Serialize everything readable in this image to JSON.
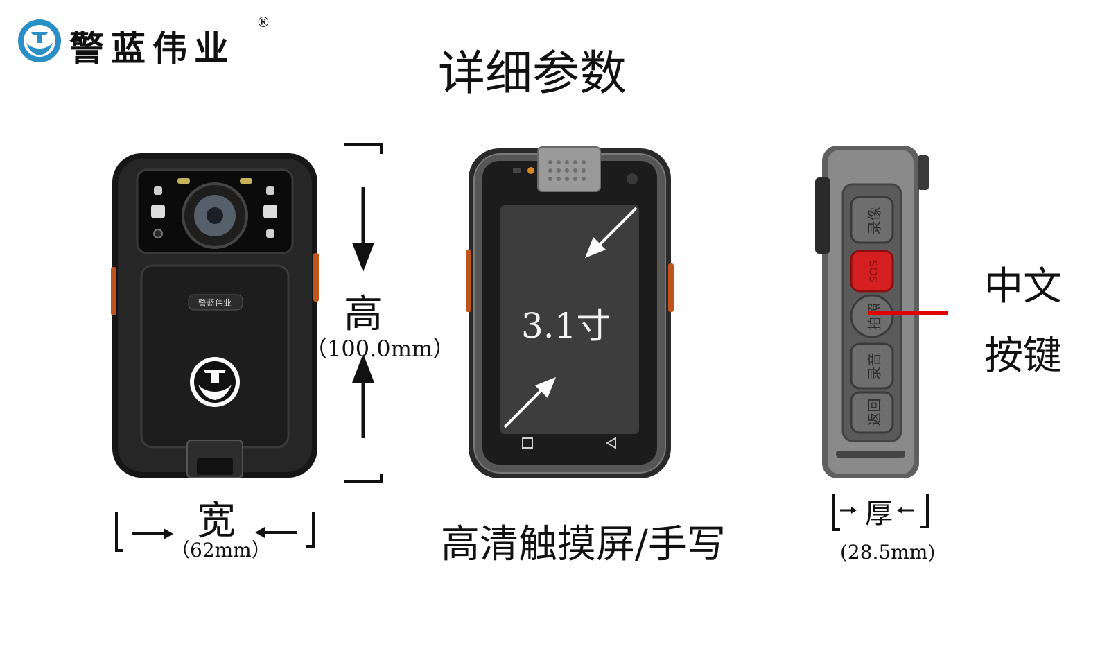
{
  "brand": {
    "name": "警蓝伟业",
    "registered": "®",
    "logo_icon": "shield-hands-logo"
  },
  "title": "详细参数",
  "front_device": {
    "badge_text": "警蓝伟业"
  },
  "height": {
    "label": "高",
    "value": "（100.0mm）"
  },
  "width": {
    "label": "宽",
    "value": "（62mm）"
  },
  "screen": {
    "size_label": "3.1寸",
    "caption": "高清触摸屏/手写"
  },
  "side_device": {
    "buttons": [
      "录像",
      "SOS",
      "拍照",
      "录音",
      "返回"
    ],
    "annotation_line1": "中文",
    "annotation_line2": "按键"
  },
  "thickness": {
    "label": "厚",
    "value": "(28.5mm)"
  },
  "colors": {
    "logo_blue": "#2a8fc5",
    "sos_red": "#d42020",
    "pointer_red": "#e00000"
  }
}
